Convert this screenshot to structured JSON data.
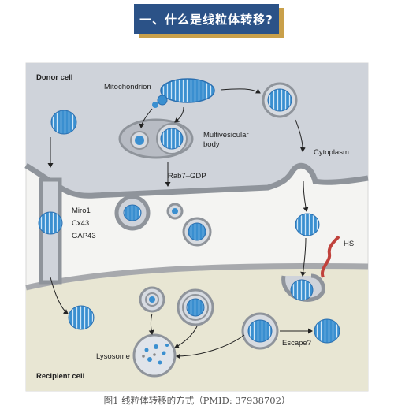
{
  "header": {
    "title": "一、什么是线粒体转移?"
  },
  "diagram": {
    "donor_label": "Donor cell",
    "recipient_label": "Recipient cell",
    "mitochondrion_label": "Mitochondrion",
    "mvb_label_1": "Multivesicular",
    "mvb_label_2": "body",
    "cytoplasm_label": "Cytoplasm",
    "rab7_label": "Rab7–GDP",
    "miro1_label": "Miro1",
    "cx43_label": "Cx43",
    "gap43_label": "GAP43",
    "hs_label": "HS",
    "lysosome_label": "Lysosome",
    "escape_label": "Escape?"
  },
  "caption": "图1 线粒体转移的方式（PMID: 37938702）",
  "colors": {
    "banner": "#2b5287",
    "banner_accent": "#c9a04a",
    "mito": "#3a8fd0",
    "donor": "#cfd3da",
    "recipient": "#e7e5d4",
    "hs": "#c0423c"
  }
}
